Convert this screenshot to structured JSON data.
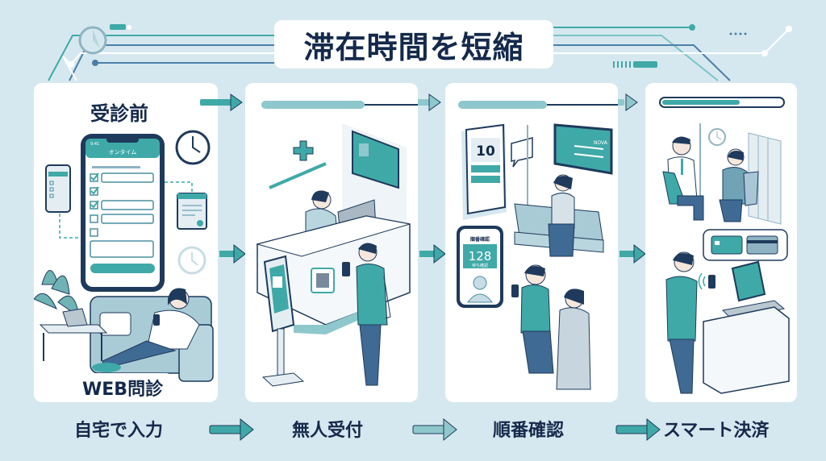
{
  "title": "滞在時間を短縮",
  "colors": {
    "background": "#d6e8ef",
    "teal": "#3fa9a8",
    "navy": "#14294b",
    "panel": "#ffffff"
  },
  "panels": [
    {
      "heading": "受診前",
      "badge": "WEB問診",
      "phone_app_title": "オンタイム",
      "phone_time": "9:41"
    },
    {
      "heading": ""
    },
    {
      "queue_number": "10",
      "phone_screen_title": "順番確認",
      "phone_number": "128",
      "phone_sub": "待ち確認",
      "monitor_label": "NOVA"
    },
    {
      "progress": 0.65
    }
  ],
  "steps": [
    {
      "label": "自宅で入力",
      "icon": "arrow-right-icon"
    },
    {
      "label": "無人受付",
      "icon": "arrow-right-icon"
    },
    {
      "label": "順番確認",
      "icon": "arrow-right-icon"
    },
    {
      "label": "スマート決済"
    }
  ]
}
